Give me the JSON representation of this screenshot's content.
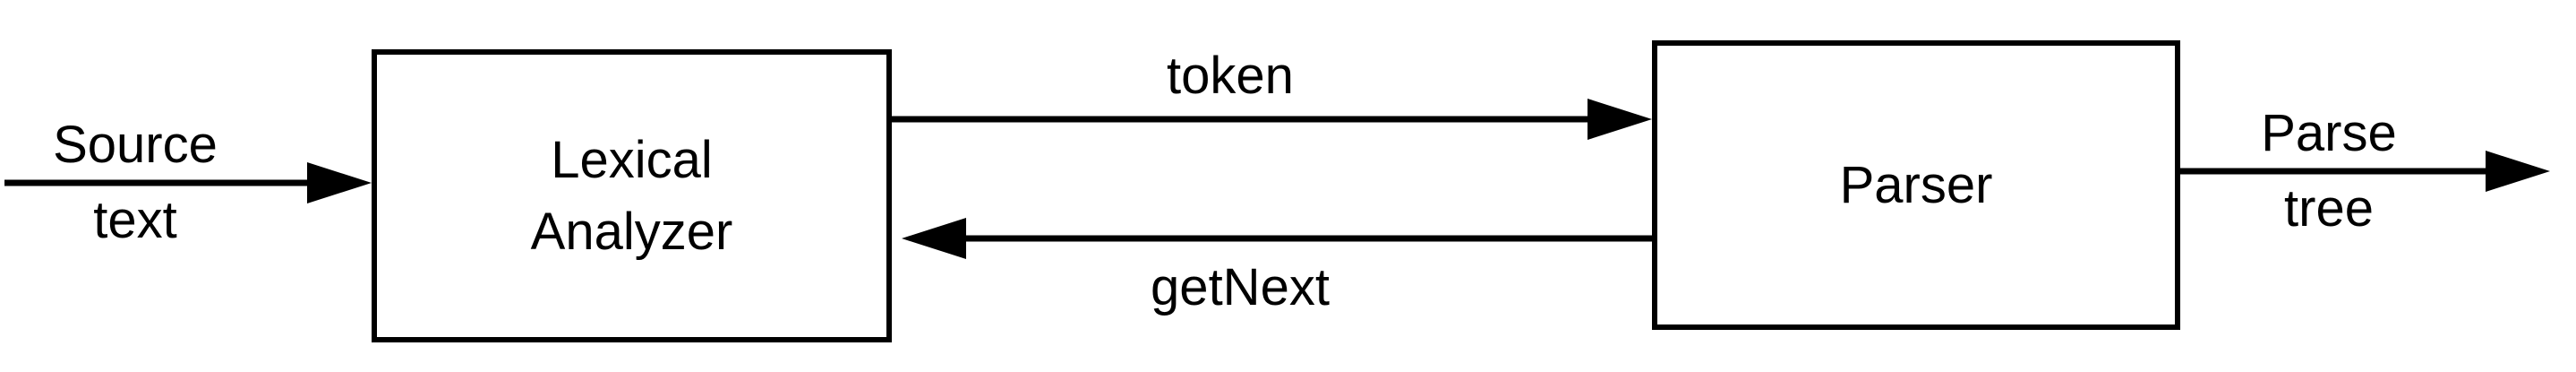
{
  "diagram": {
    "title": "lexical-analyzer-parser-pipeline",
    "colors": {
      "background": "#ffffff",
      "line": "#000000",
      "text": "#000000"
    },
    "input_label": {
      "line1": "Source",
      "line2": "text"
    },
    "lexical_box": {
      "line1": "Lexical",
      "line2": "Analyzer"
    },
    "token_label": "token",
    "getnext_label": "getNext",
    "parser_box": {
      "label": "Parser"
    },
    "output_label": {
      "line1": "Parse",
      "line2": "tree"
    },
    "edges": [
      {
        "from": "source-text",
        "to": "lexical-analyzer",
        "direction": "right",
        "label": "Source text"
      },
      {
        "from": "lexical-analyzer",
        "to": "parser",
        "direction": "right",
        "label": "token"
      },
      {
        "from": "parser",
        "to": "lexical-analyzer",
        "direction": "left",
        "label": "getNext"
      },
      {
        "from": "parser",
        "to": "parse-tree",
        "direction": "right",
        "label": "Parse tree"
      }
    ]
  }
}
